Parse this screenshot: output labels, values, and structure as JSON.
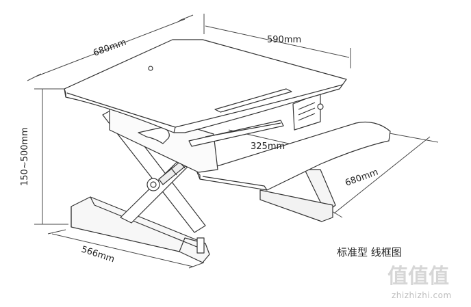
{
  "dimensions": {
    "top_width": "590mm",
    "top_depth": "680mm",
    "height_range": "150~500mm",
    "keyboard_depth": "325mm",
    "keyboard_width": "680mm",
    "base_width": "566mm"
  },
  "caption": "标准型 线框图",
  "watermark": {
    "mark": "值值值",
    "site": "zhizhizhi.com"
  }
}
